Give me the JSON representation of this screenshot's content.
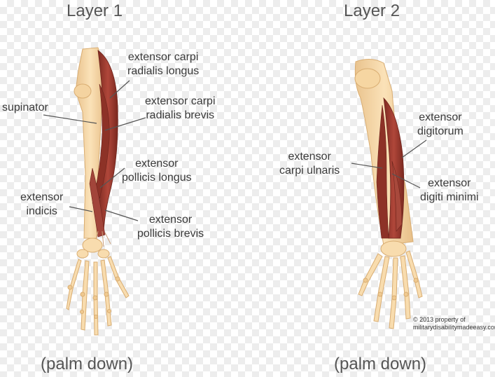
{
  "panels": [
    {
      "title": "Layer 1",
      "caption": "(palm down)",
      "labels": {
        "ecrl_1": "extensor carpi",
        "ecrl_2": "radialis longus",
        "supinator": "supinator",
        "ecrb_1": "extensor carpi",
        "ecrb_2": "radialis brevis",
        "epl_1": "extensor",
        "epl_2": "pollicis longus",
        "ei_1": "extensor",
        "ei_2": "indicis",
        "epb_1": "extensor",
        "epb_2": "pollicis brevis"
      }
    },
    {
      "title": "Layer 2",
      "caption": "(palm down)",
      "labels": {
        "ed_1": "extensor",
        "ed_2": "digitorum",
        "ecu_1": "extensor",
        "ecu_2": "carpi ulnaris",
        "edm_1": "extensor",
        "edm_2": "digiti minimi"
      }
    }
  ],
  "copyright": {
    "line1": "© 2013 property of",
    "line2": "militarydisabilitymadeeasy.com"
  },
  "colors": {
    "bone": "#f6d8a8",
    "bone_edge": "#d9ad72",
    "muscle": "#9e3b2e",
    "muscle_dark": "#7a2a22",
    "leader": "#555555"
  }
}
